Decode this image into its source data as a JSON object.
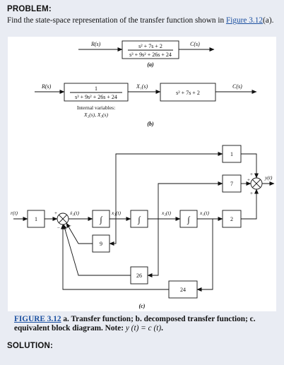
{
  "problem": {
    "header": "PROBLEM:",
    "text_before": "Find the state-space representation of the transfer function shown in ",
    "link": "Figure 3.12",
    "text_after": "(a)."
  },
  "figure": {
    "a": {
      "input": "R(s)",
      "output": "C(s)",
      "numerator": "s² + 7s + 2",
      "denominator": "s³ + 9s² + 26s + 24",
      "label": "(a)"
    },
    "b": {
      "input": "R(s)",
      "block1_num": "1",
      "block1_den": "s³ + 9s² + 26s + 24",
      "mid_signal": "X₁(s)",
      "block2": "s² + 7s + 2",
      "output": "C(s)",
      "note_line1": "Internal variables:",
      "note_line2": "X₂(s), X₃(s)",
      "label": "(b)"
    },
    "c": {
      "input": "r(t)",
      "gain_in": "1",
      "x3dot": "ẋ₃(t)",
      "x3": "x₃(t)",
      "x2": "x₂(t)",
      "x1": "x₁(t)",
      "integrator": "∫",
      "out_gains": [
        "1",
        "7",
        "2"
      ],
      "fb_gains": [
        "9",
        "26",
        "24"
      ],
      "output": "y(t)",
      "sum_signs": [
        "+",
        "−",
        "−",
        "−"
      ],
      "out_signs": [
        "+",
        "+",
        "+"
      ],
      "label": "(c)"
    }
  },
  "caption": {
    "link": "FIGURE 3.12",
    "text": " a. Transfer function; b. decomposed transfer function; c. equivalent block diagram. Note: ",
    "math": "y (t) = c (t)",
    "end": "."
  },
  "solution_header": "SOLUTION:"
}
